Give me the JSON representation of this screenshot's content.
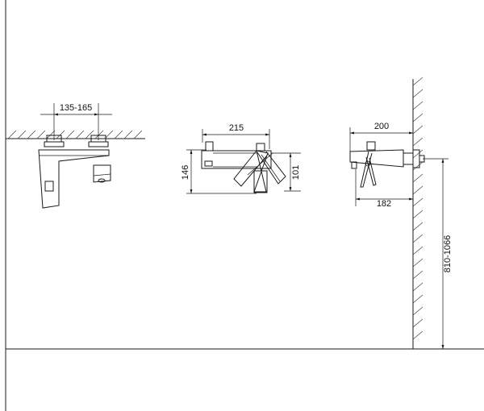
{
  "dimensions": {
    "spacing": "135-165",
    "width_front": "215",
    "height_front": "146",
    "lever_height": "101",
    "depth_top": "200",
    "depth_bottom": "182",
    "install_height": "810-1066"
  }
}
